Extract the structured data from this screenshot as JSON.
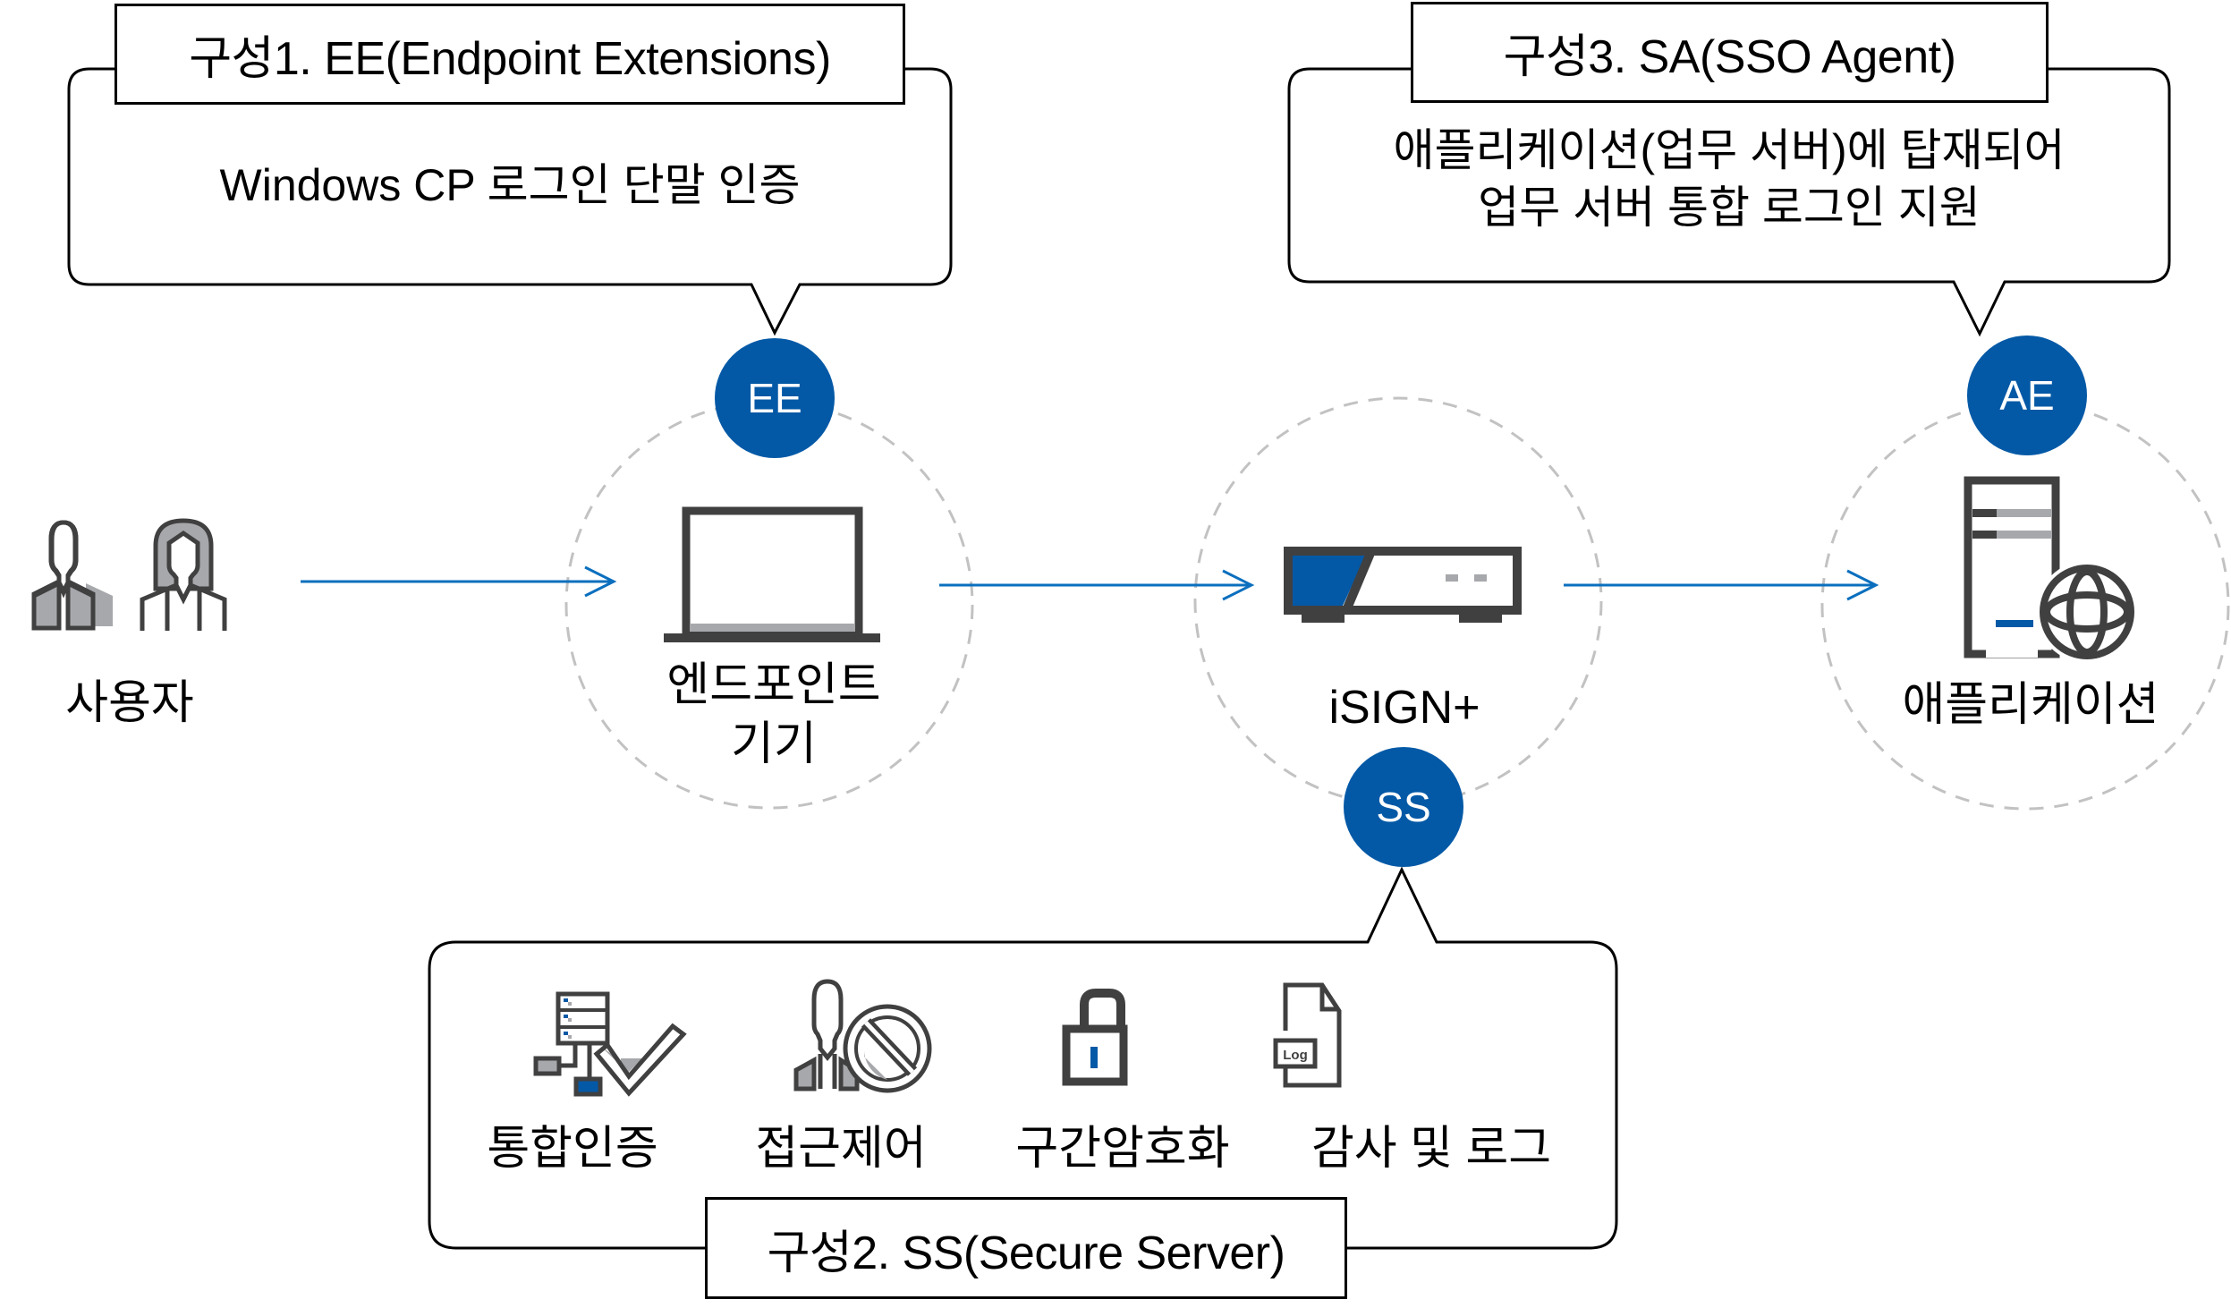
{
  "colors": {
    "badge": "#0459A6",
    "arrow": "#0B6FBE",
    "icon_dark": "#404041",
    "icon_gray": "#A7A8AB",
    "dashed_circle": "#C2C2C2"
  },
  "callouts": {
    "ee": {
      "title": "구성1. EE(Endpoint Extensions)",
      "lines": [
        "Windows CP 로그인 단말 인증"
      ]
    },
    "sa": {
      "title": "구성3. SA(SSO Agent)",
      "lines": [
        "애플리케이션(업무 서버)에 탑재되어",
        "업무 서버 통합 로그인 지원"
      ]
    },
    "ss": {
      "title": "구성2. SS(Secure Server)",
      "features": [
        {
          "label": "통합인증",
          "icon": "integrated-auth-icon"
        },
        {
          "label": "접근제어",
          "icon": "access-control-icon"
        },
        {
          "label": "구간암호화",
          "icon": "lock-icon"
        },
        {
          "label": "감사 및 로그",
          "icon": "log-file-icon",
          "icon_text": "Log"
        }
      ]
    }
  },
  "nodes": {
    "users": {
      "label": "사용자",
      "icon": "users-icon"
    },
    "endpoint": {
      "label_line1": "엔드포인트",
      "label_line2": "기기",
      "icon": "laptop-icon"
    },
    "isign": {
      "label": "iSIGN+",
      "icon": "appliance-icon"
    },
    "application": {
      "label": "애플리케이션",
      "icon": "server-globe-icon"
    }
  },
  "badges": {
    "ee": "EE",
    "ss": "SS",
    "ae": "AE"
  },
  "flow": [
    "사용자",
    "엔드포인트 기기",
    "iSIGN+",
    "애플리케이션"
  ]
}
